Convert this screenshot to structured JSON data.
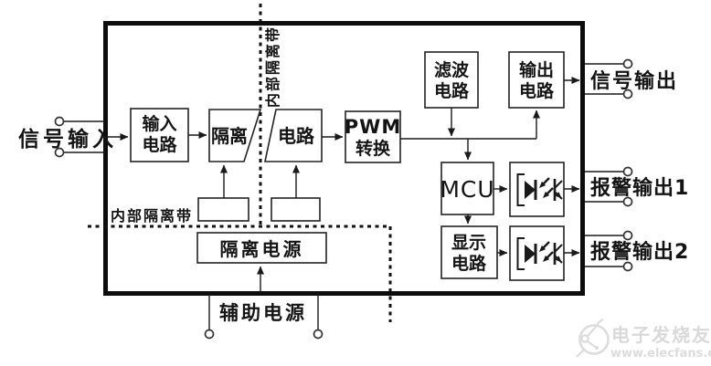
{
  "diagram": {
    "blocks": {
      "input_circuit": {
        "line1": "输入",
        "line2": "电路"
      },
      "isolation": {
        "label": "隔离"
      },
      "circuit": {
        "label": "电路"
      },
      "pwm_converter": {
        "line1": "PWM",
        "line2": "转换"
      },
      "filter": {
        "line1": "滤波",
        "line2": "电路"
      },
      "output_circuit": {
        "line1": "输出",
        "line2": "电路"
      },
      "mcu": {
        "label": "MCU"
      },
      "display_circuit": {
        "line1": "显示",
        "line2": "电路"
      },
      "isolated_power": {
        "label": "隔离电源"
      }
    },
    "ports": {
      "signal_input": {
        "label": "信号输入"
      },
      "signal_output": {
        "label": "信号输出"
      },
      "alarm_output1": {
        "label": "报警输出1"
      },
      "alarm_output2": {
        "label": "报警输出2"
      },
      "aux_power": {
        "label": "辅助电源"
      }
    },
    "isolation_band": {
      "vertical_label": "内部隔离带",
      "horizontal_label": "内部隔离带"
    },
    "icons": {
      "optocoupler": "led-phototransistor-optocoupler-symbol"
    },
    "watermark": {
      "brand": "电子发烧友",
      "url": "www.elecfans.com"
    },
    "colors": {
      "ink": "#1a1a1a",
      "background": "#ffffff",
      "watermark": "#d9d9d9"
    }
  }
}
